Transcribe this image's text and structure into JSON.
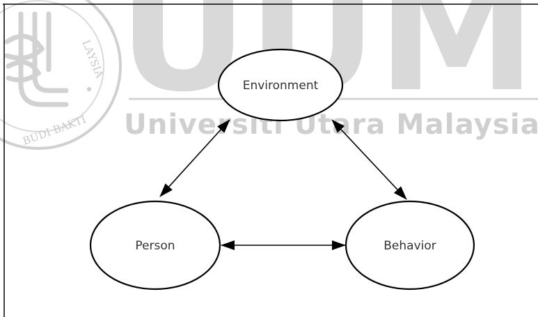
{
  "watermark": {
    "letters": "UUM",
    "name": "Universiti Utara Malaysia",
    "seal_text_right": "LAYSIA",
    "seal_text_bottom": "BUDI BAKTI"
  },
  "diagram": {
    "nodes": {
      "environment": "Environment",
      "person": "Person",
      "behavior": "Behavior"
    },
    "edges": [
      {
        "from": "environment",
        "to": "person",
        "direction": "bidirectional"
      },
      {
        "from": "environment",
        "to": "behavior",
        "direction": "bidirectional"
      },
      {
        "from": "person",
        "to": "behavior",
        "direction": "bidirectional"
      }
    ]
  }
}
